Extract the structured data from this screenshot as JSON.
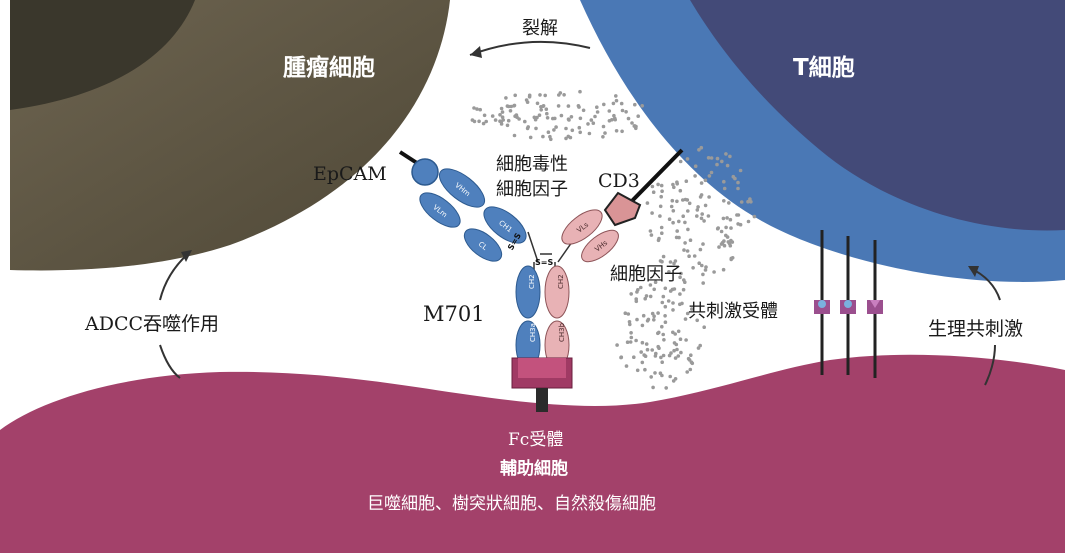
{
  "cells": {
    "tumor": "腫瘤細胞",
    "tcell": "T細胞",
    "helper": "輔助細胞",
    "helper_examples": "巨噬細胞、樹突狀細胞、自然殺傷細胞"
  },
  "labels": {
    "lysis": "裂解",
    "cytotoxic_line1": "細胞毒性",
    "cytotoxic_line2": "細胞因子",
    "epcam": "EpCAM",
    "cd3": "CD3",
    "cytokine": "細胞因子",
    "costim_receptor": "共刺激受體",
    "adcc": "ADCC吞噬作用",
    "physiological_costim": "生理共刺激",
    "antibody": "M701",
    "fc_receptor": "Fc受體"
  },
  "domains": {
    "blue_arm": [
      "VHm",
      "VLm",
      "CH1",
      "CL",
      "CH2",
      "CH3a"
    ],
    "pink_arm": [
      "VLs",
      "VHs",
      "CH2",
      "CH3b"
    ],
    "disulfide": "S=S"
  },
  "colors": {
    "tumor": "#5b5340",
    "tumor_dark": "#3e3a2f",
    "tcell_outer": "#4a78b5",
    "tcell_inner": "#434a78",
    "helper": "#a3416a",
    "blue_domain": "#4f80bd",
    "pink_domain": "#e8b2b5",
    "receptor": "#9b4f8e"
  }
}
